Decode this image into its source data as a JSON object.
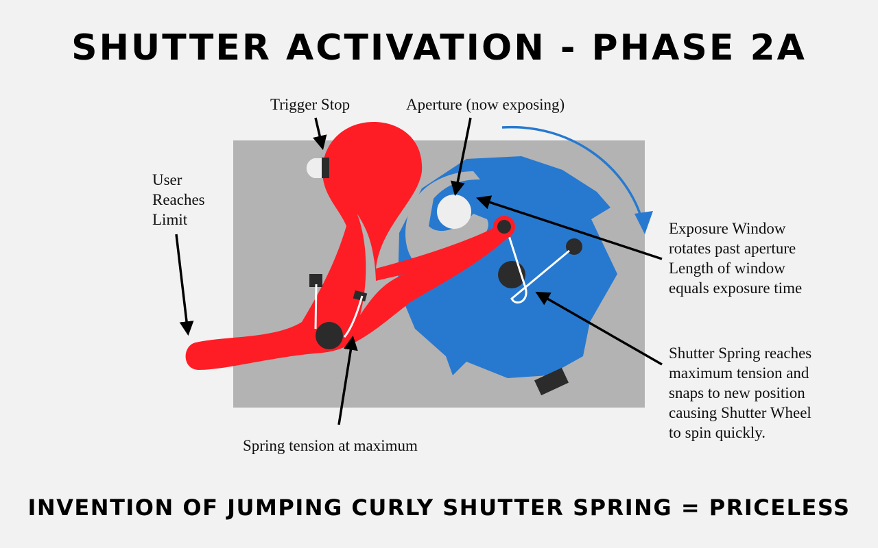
{
  "title": "SHUTTER ACTIVATION - PHASE 2A",
  "footer": "INVENTION OF JUMPING CURLY SHUTTER SPRING = PRICELESS",
  "labels": {
    "trigger_stop": "Trigger Stop",
    "aperture": "Aperture (now exposing)",
    "user_limit": [
      "User",
      "Reaches",
      "Limit"
    ],
    "exposure_window": [
      "Exposure Window",
      "rotates past aperture",
      "Length of window",
      "equals exposure time"
    ],
    "shutter_spring": [
      "Shutter Spring reaches",
      "maximum tension and",
      "snaps to new position",
      "causing Shutter Wheel",
      "to spin quickly."
    ],
    "spring_tension": "Spring tension at maximum"
  },
  "colors": {
    "background": "#f2f2f2",
    "housing": "#b3b3b3",
    "trigger": "#ff1d25",
    "wheel": "#2779cf",
    "dark": "#2b2b2b",
    "aperture": "#eeeeee"
  }
}
